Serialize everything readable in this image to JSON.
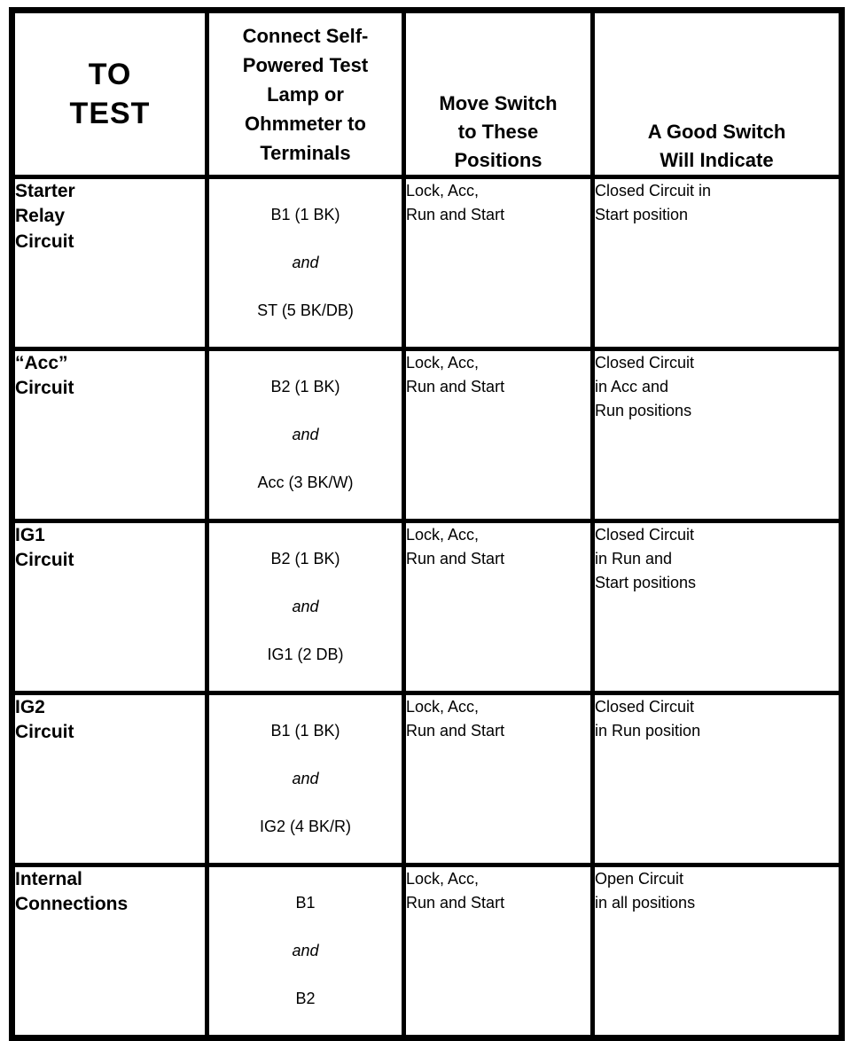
{
  "page": {
    "background_color": "#ffffff",
    "ink_color": "#000000"
  },
  "table": {
    "headers": {
      "to_test": "TO\nTEST",
      "terminals": "Connect Self-\nPowered Test\nLamp or\nOhmmeter to\nTerminals",
      "positions": "Move Switch\nto These\nPositions",
      "indication": "A Good Switch\nWill Indicate"
    },
    "rows": [
      {
        "circuit": "Starter\nRelay\nCircuit",
        "terminal_a": "B1 (1 BK)",
        "conjunction": "and",
        "terminal_b": "ST (5 BK/DB)",
        "positions": "Lock, Acc,\nRun and Start",
        "result": "Closed Circuit in\nStart position"
      },
      {
        "circuit": "“Acc”\nCircuit",
        "terminal_a": "B2 (1 BK)",
        "conjunction": "and",
        "terminal_b": "Acc (3 BK/W)",
        "positions": "Lock, Acc,\nRun and Start",
        "result": "Closed Circuit\nin Acc and\nRun positions"
      },
      {
        "circuit": "IG1\nCircuit",
        "terminal_a": "B2 (1 BK)",
        "conjunction": "and",
        "terminal_b": "IG1 (2 DB)",
        "positions": "Lock, Acc,\nRun and Start",
        "result": "Closed Circuit\nin Run and\nStart positions"
      },
      {
        "circuit": "IG2\nCircuit",
        "terminal_a": "B1 (1 BK)",
        "conjunction": "and",
        "terminal_b": "IG2 (4 BK/R)",
        "positions": "Lock, Acc,\nRun and Start",
        "result": "Closed Circuit\nin Run position"
      },
      {
        "circuit": "Internal\nConnections",
        "terminal_a": "B1",
        "conjunction": "and",
        "terminal_b": "B2",
        "positions": "Lock, Acc,\nRun and Start",
        "result": "Open Circuit\nin all positions"
      }
    ]
  }
}
